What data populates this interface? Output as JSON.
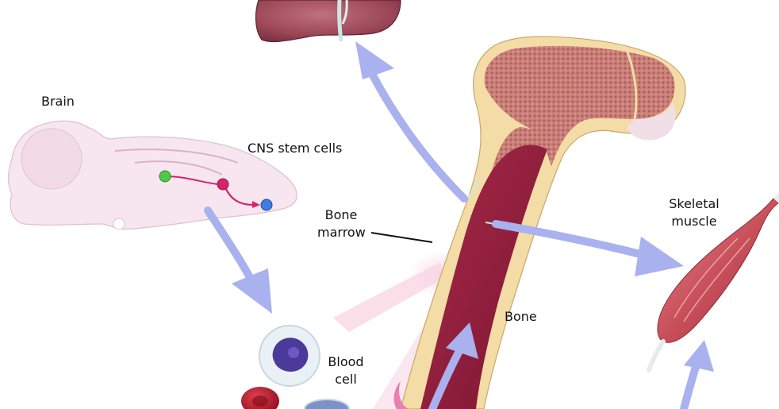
{
  "labels": {
    "brain": "Brain",
    "cns_stem_cells": "CNS stem cells",
    "bone_marrow_line1": "Bone",
    "bone_marrow_line2": "marrow",
    "bone": "Bone",
    "skeletal_muscle_line1": "Skeletal",
    "skeletal_muscle_line2": "muscle",
    "blood_cell_line1": "Blood",
    "blood_cell_line2": "cell"
  },
  "colors": {
    "arrow": "#a9b1ee",
    "liver": "#9b4758",
    "brain": "#f7e6ef",
    "bone_cortex": "#f3dca6",
    "bone_spongy": "#c97e78",
    "marrow": "#8e1d3a",
    "muscle": "#c8505b",
    "stem_cell_green": "#4fc94a",
    "stem_cell_magenta": "#d6246a",
    "stem_cell_blue": "#3f7de0",
    "red_blood_cell": "#b8162b",
    "white_blood_cell_nucleus": "#4b3a9a"
  }
}
